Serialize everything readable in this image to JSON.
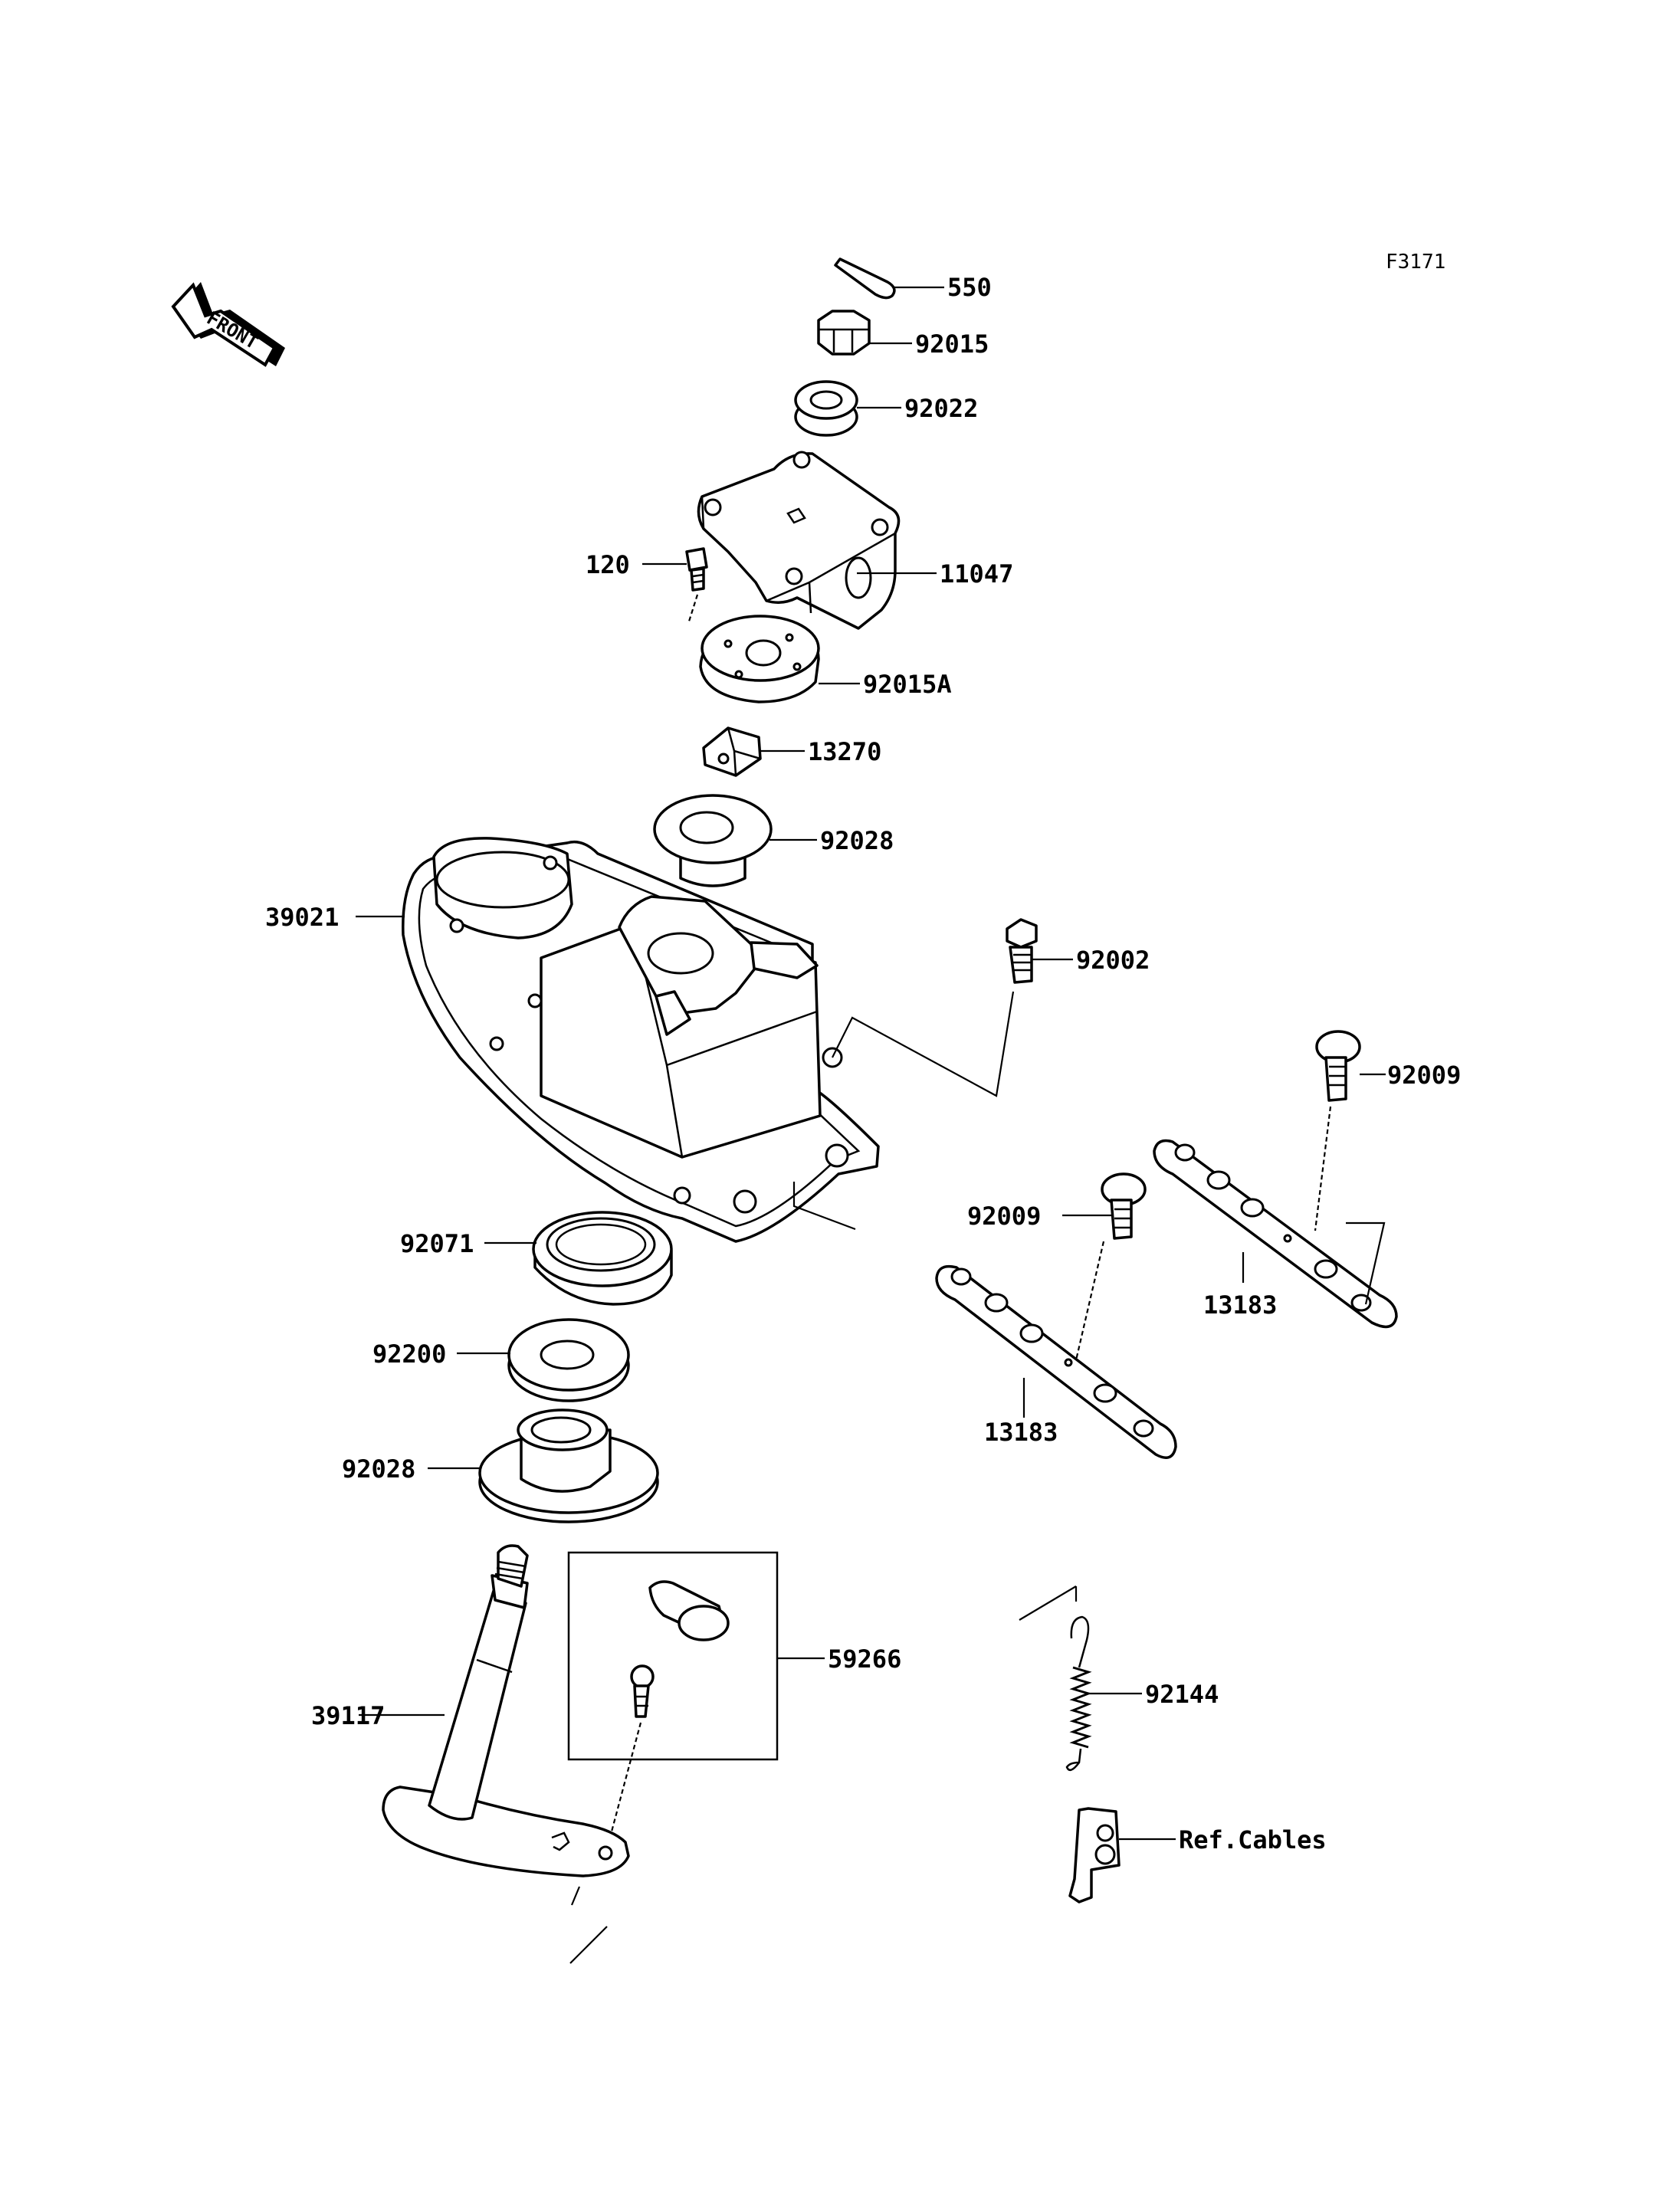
{
  "figure_code": "F3171",
  "front_arrow": {
    "text": "FRONT"
  },
  "parts": [
    {
      "id": "550",
      "label": "550"
    },
    {
      "id": "92015",
      "label": "92015"
    },
    {
      "id": "92022",
      "label": "92022"
    },
    {
      "id": "11047",
      "label": "11047"
    },
    {
      "id": "120",
      "label": "120"
    },
    {
      "id": "92015A",
      "label": "92015A"
    },
    {
      "id": "13270",
      "label": "13270"
    },
    {
      "id": "92028-top",
      "label": "92028"
    },
    {
      "id": "39021",
      "label": "39021"
    },
    {
      "id": "92002",
      "label": "92002"
    },
    {
      "id": "92009-right",
      "label": "92009"
    },
    {
      "id": "92009-left",
      "label": "92009"
    },
    {
      "id": "13183-right",
      "label": "13183"
    },
    {
      "id": "13183-left",
      "label": "13183"
    },
    {
      "id": "92071",
      "label": "92071"
    },
    {
      "id": "92200",
      "label": "92200"
    },
    {
      "id": "92028-bottom",
      "label": "92028"
    },
    {
      "id": "59266",
      "label": "59266"
    },
    {
      "id": "39117",
      "label": "39117"
    },
    {
      "id": "92144",
      "label": "92144"
    },
    {
      "id": "ref-cables",
      "label": "Ref.Cables"
    }
  ]
}
